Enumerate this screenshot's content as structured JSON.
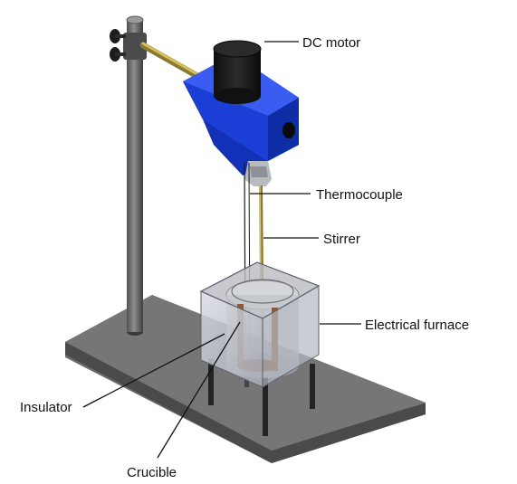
{
  "labels": {
    "motor": "DC motor",
    "thermocouple": "Thermocouple",
    "stirrer": "Stirrer",
    "furnace": "Electrical furnace",
    "insulator": "Insulator",
    "crucible": "Crucible"
  },
  "colors": {
    "motor_body": "#1c3fd6",
    "motor_cap": "#1a1a1a",
    "pole": "#707274",
    "base_plate": "#707070",
    "arm": "#b7a34a",
    "stirrer_rod": "#b8a052",
    "furnace_glass": "#c9ccd3",
    "crucible": "#8a5a40",
    "legs": "#2a2a2a"
  }
}
